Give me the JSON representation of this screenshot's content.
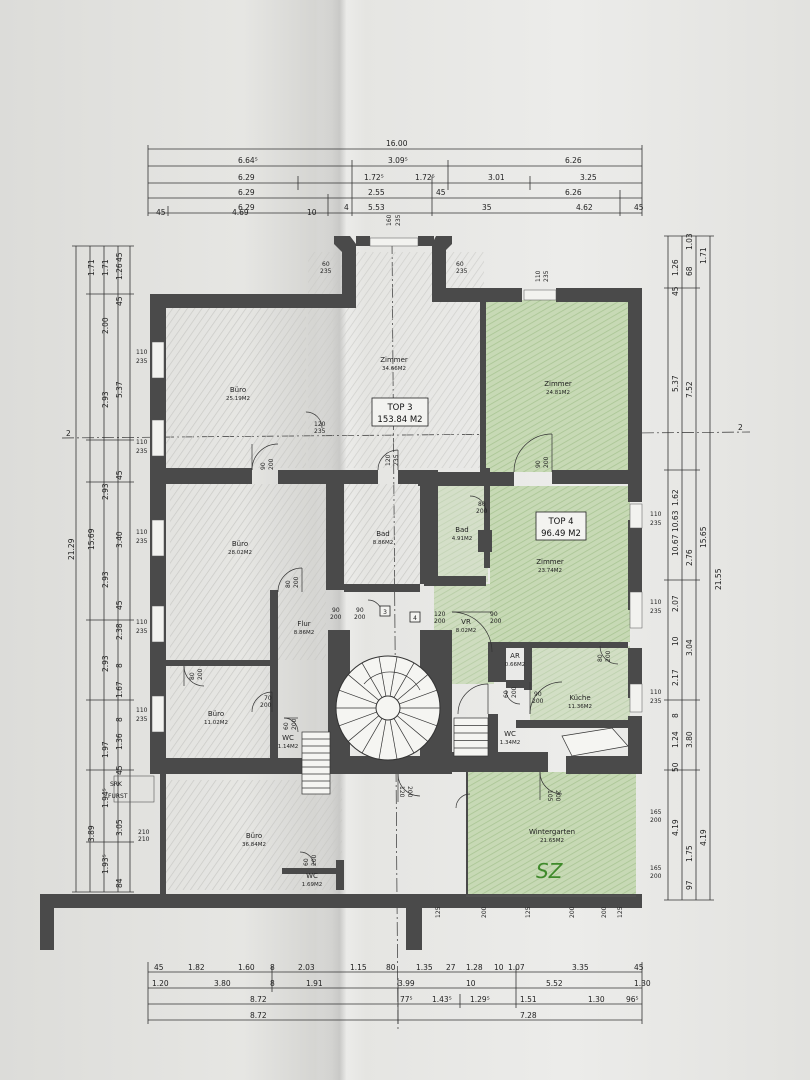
{
  "plan": {
    "overall_width": "16.00",
    "top_dimensions": {
      "row1": [
        "6.64⁵",
        "3.09⁵",
        "6.26"
      ],
      "row2": [
        "6.29",
        "1.72⁵",
        "1.72⁵",
        "3.01",
        "3.25"
      ],
      "row3": [
        "6.29",
        "2.55",
        "45",
        "6.26"
      ],
      "row4": [
        "6.29",
        "4",
        "5.53",
        "35",
        "4.62",
        "45"
      ],
      "row5": [
        "45",
        "4.69",
        "10"
      ]
    },
    "bottom_dimensions": {
      "row1": [
        "45",
        "1.82",
        "1.60",
        "8",
        "2.03",
        "1.15",
        "80",
        "1.35",
        "27",
        "1.28",
        "10",
        "1.07",
        "3.35",
        "45"
      ],
      "row2": [
        "1.20",
        "3.80",
        "8",
        "1.91",
        "3.99",
        "10",
        "5.52",
        "1.30"
      ],
      "row3": [
        "8.72",
        "77⁵",
        "1.43⁵",
        "1.29⁵",
        "1.51",
        "1.30",
        "96⁵"
      ],
      "row4": [
        "8.72",
        "7.28"
      ]
    },
    "left_dimensions": {
      "outer": [
        "21.29"
      ],
      "mid": [
        "15.69"
      ],
      "a": [
        "1.71",
        "5.37",
        "2.93",
        "3.40",
        "2.38",
        "1.67",
        "1.97",
        "3.05",
        "3.89",
        "1.93⁵"
      ],
      "b": [
        "1.71",
        "2.00",
        "2.93",
        "2.93",
        "2.93",
        "1.36",
        "1.94⁵",
        "84"
      ],
      "c": [
        "45",
        "1.26",
        "45",
        "45",
        "45",
        "8",
        "45",
        "8"
      ]
    },
    "right_dimensions": {
      "outer": [
        "21.55"
      ],
      "mid": [
        "15.65"
      ],
      "a": [
        "1.71",
        "7.52",
        "2.76",
        "3.04",
        "3.80",
        "4.19"
      ],
      "b": [
        "1.26",
        "45",
        "1.03",
        "68",
        "5.37",
        "1.62",
        "10.67",
        "10.63",
        "2.07",
        "10",
        "2.17",
        "1.24",
        "8",
        "50",
        "1.75",
        "97",
        "4.19"
      ]
    },
    "section_marker": "2",
    "units": [
      {
        "label": "TOP 3",
        "area": "153.84 M2"
      },
      {
        "label": "TOP 4",
        "area": "96.49 M2"
      }
    ],
    "rooms": {
      "buero1": {
        "name": "Büro",
        "area": "25.19M2"
      },
      "zimmer1": {
        "name": "Zimmer",
        "area": "34.66M2"
      },
      "zimmer2": {
        "name": "Zimmer",
        "area": "24.81M2"
      },
      "buero2": {
        "name": "Büro",
        "area": "28.02M2"
      },
      "bad1": {
        "name": "Bad",
        "area": "8.86M2"
      },
      "bad2": {
        "name": "Bad",
        "area": "4.91M2"
      },
      "zimmer3": {
        "name": "Zimmer",
        "area": "23.74M2"
      },
      "flur": {
        "name": "Flur",
        "area": "8.86M2"
      },
      "vr": {
        "name": "VR",
        "area": "8.02M2"
      },
      "ar": {
        "name": "AR",
        "area": "0.66M2"
      },
      "kueche": {
        "name": "Küche",
        "area": "11.36M2"
      },
      "buero3": {
        "name": "Büro",
        "area": "11.02M2"
      },
      "wc1": {
        "name": "WC",
        "area": "1.14M2"
      },
      "wc2": {
        "name": "WC",
        "area": "1.34M2"
      },
      "buero4": {
        "name": "Büro",
        "area": "36.84M2"
      },
      "wc3": {
        "name": "WC",
        "area": "1.69M2"
      },
      "wintergarten": {
        "name": "Wintergarten",
        "area": "21.65M2"
      }
    },
    "openings": {
      "w_60_235": [
        "60",
        "235"
      ],
      "w_160_235": [
        "160",
        "235"
      ],
      "w_110_235": [
        "110",
        "235"
      ],
      "d_120_235": [
        "120",
        "235"
      ],
      "d_90_200": [
        "90",
        "200"
      ],
      "d_80_200": [
        "80",
        "200"
      ],
      "d_70_200": [
        "70",
        "200"
      ],
      "d_60_200": [
        "60",
        "200"
      ],
      "d_210_210": [
        "210",
        "210"
      ],
      "d_165_200": [
        "165",
        "200"
      ],
      "d_125_200": [
        "125",
        "200"
      ],
      "d_120_200": [
        "120",
        "200"
      ],
      "d_105_200": [
        "105",
        "200"
      ]
    },
    "stair_numbers": [
      "3",
      "4"
    ],
    "srk": "SRK",
    "fuerst": "FURST",
    "handwriting": "SZ"
  }
}
